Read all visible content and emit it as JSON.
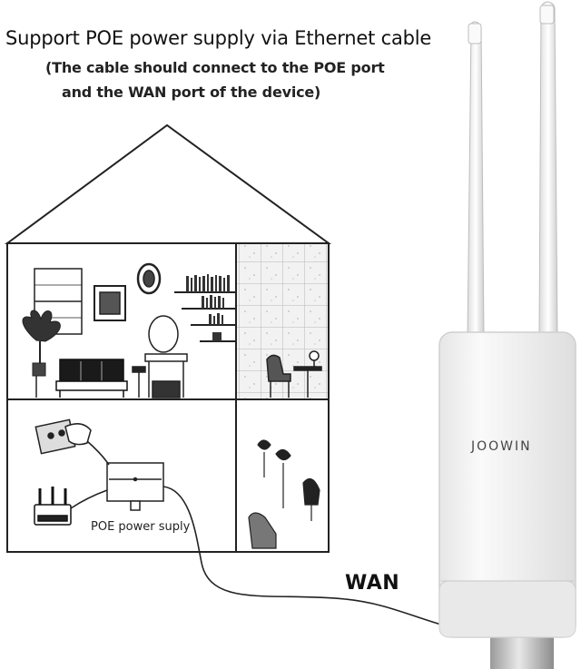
{
  "header": {
    "title": "Support POE power supply via Ethernet cable",
    "note_line1": "(The cable should connect to the POE port",
    "note_line2": "and the WAN port of the device)"
  },
  "diagram": {
    "poe_label": "POE power suply",
    "wan_label": "WAN"
  },
  "device": {
    "brand": "JOOWIN"
  },
  "colors": {
    "line": "#222222",
    "device_body": "#f4f4f4",
    "pole": "#bcbcbc"
  }
}
